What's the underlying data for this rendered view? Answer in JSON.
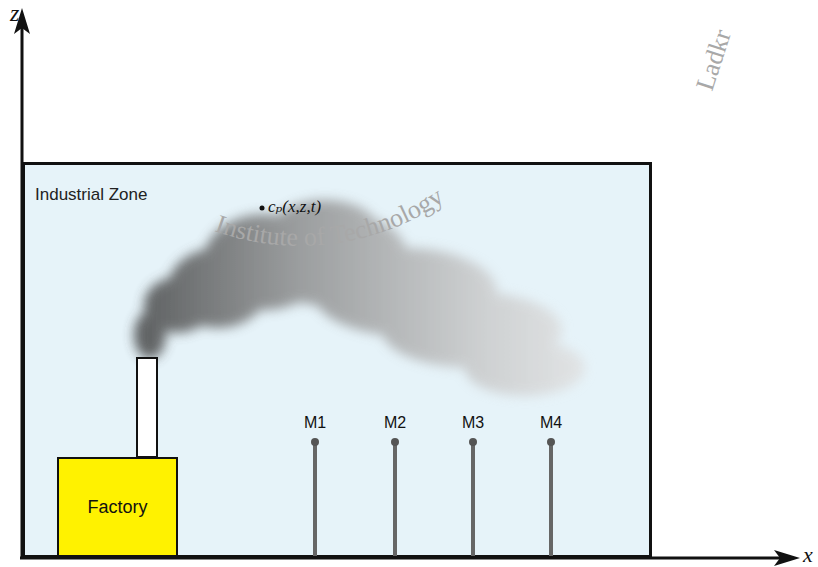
{
  "diagram": {
    "nodes": [
      {
        "text": [
          "Industrial Zone"
        ]
      },
      {
        "text": [
          "Factory"
        ],
        "in": 0
      }
    ],
    "labels": [
      "z",
      "x",
      "cₚ(x,z,t)",
      "M1",
      "M2",
      "M3",
      "M4",
      "Institute of Technology",
      "Ladkr"
    ]
  }
}
